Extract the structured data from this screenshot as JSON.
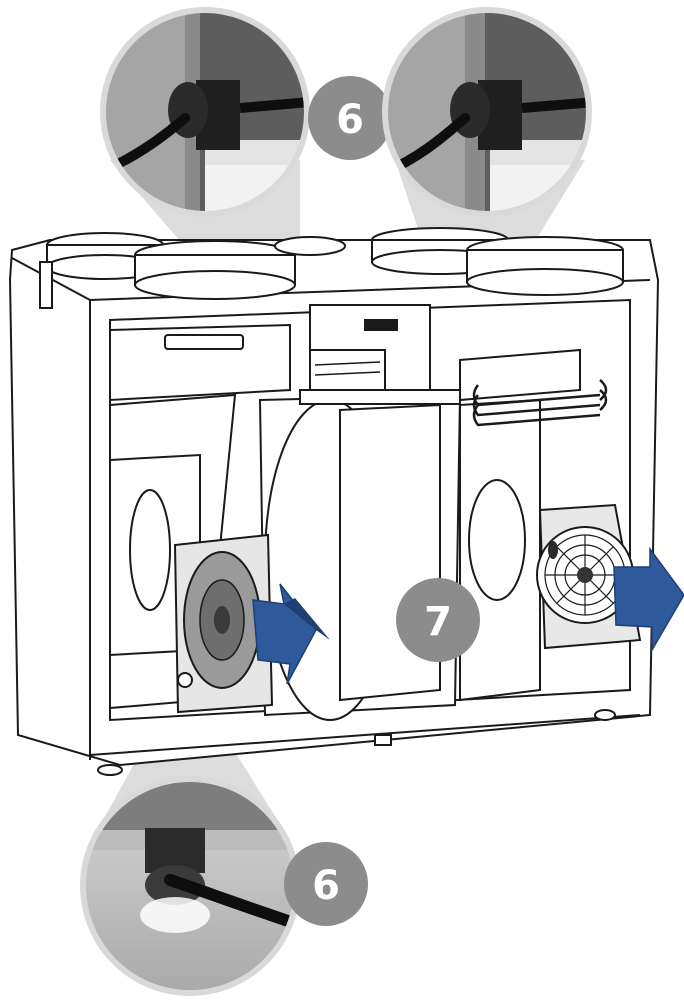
{
  "callouts": [
    {
      "id": "detail-top-left",
      "label": "6"
    },
    {
      "id": "detail-top-right",
      "label": "6"
    },
    {
      "id": "detail-bottom",
      "label": "6"
    },
    {
      "id": "unit-interior",
      "label": "7"
    }
  ],
  "colors": {
    "badge_fill": "#8c8c8c",
    "arrow_blue": "#2e5a9c",
    "arrow_blue_dark": "#1f3f73",
    "line": "#1a1a1a",
    "cone_gray": "#cfcfcf"
  },
  "icons": [
    "arrow-right-icon",
    "fan-icon",
    "cable-grommet-icon"
  ]
}
